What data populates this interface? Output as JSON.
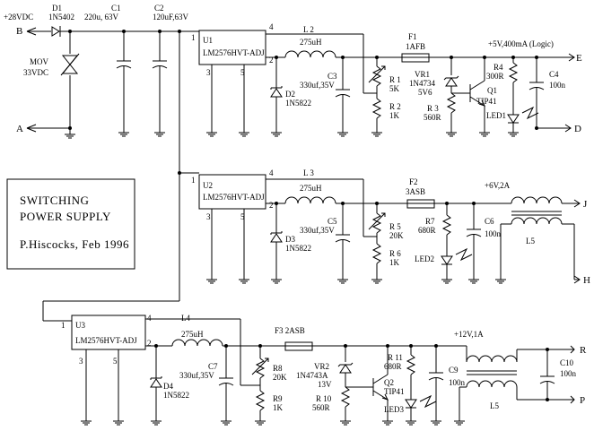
{
  "title_box": {
    "line1": "SWITCHING",
    "line2": "POWER SUPPLY",
    "author": "P.Hiscocks, Feb 1996"
  },
  "terminals": {
    "b": "B",
    "a": "A",
    "e": "E",
    "d": "D",
    "j": "J",
    "h": "H",
    "r": "R",
    "p": "P"
  },
  "input": {
    "voltage": "+28VDC",
    "d1_ref": "D1",
    "d1_val": "1N5402",
    "mov_ref": "MOV",
    "mov_val": "33VDC",
    "c1_ref": "C1",
    "c1_val": "220u, 63V",
    "c2_ref": "C2",
    "c2_val": "120uF,63V"
  },
  "stage1": {
    "u_ref": "U1",
    "u_part": "LM2576HVT-ADJ",
    "pin1": "1",
    "pin2": "2",
    "pin3": "3",
    "pin4": "4",
    "pin5": "5",
    "l_ref": "L 2",
    "l_val": "275uH",
    "d_ref": "D2",
    "d_val": "1N5822",
    "c_ref": "C3",
    "c_val": "330uf,35V",
    "r1_ref": "R 1",
    "r1_val": "5K",
    "r2_ref": "R 2",
    "r2_val": "1K",
    "f_ref": "F1",
    "f_val": "1AFB",
    "vr_ref": "VR1",
    "vr_part": "1N4734",
    "vr_val": "5V6",
    "r3_ref": "R 3",
    "r3_val": "560R",
    "r4_ref": "R4",
    "r4_val": "300R",
    "q_ref": "Q1",
    "q_val": "TIP41",
    "led_ref": "LED1",
    "c4_ref": "C4",
    "c4_val": "100n",
    "output": "+5V,400mA (Logic)"
  },
  "stage2": {
    "u_ref": "U2",
    "u_part": "LM2576HVT-ADJ",
    "pin1": "1",
    "pin2": "2",
    "pin3": "3",
    "pin4": "4",
    "pin5": "5",
    "l_ref": "L 3",
    "l_val": "275uH",
    "d_ref": "D3",
    "d_val": "1N5822",
    "c_ref": "C5",
    "c_val": "330uf,35V",
    "r5_ref": "R 5",
    "r5_val": "20K",
    "r6_ref": "R 6",
    "r6_val": "1K",
    "f_ref": "F2",
    "f_val": "3ASB",
    "r7_ref": "R7",
    "r7_val": "680R",
    "led_ref": "LED2",
    "c6_ref": "C6",
    "c6_val": "100n",
    "l5_ref": "L5",
    "output": "+6V,2A"
  },
  "stage3": {
    "u_ref": "U3",
    "u_part": "LM2576HVT-ADJ",
    "pin1": "1",
    "pin2": "2",
    "pin3": "3",
    "pin4": "4",
    "pin5": "5",
    "l_ref": "L4",
    "l_val": "275uH",
    "d_ref": "D4",
    "d_val": "1N5822",
    "c_ref": "C7",
    "c_val": "330uf,35V",
    "r8_ref": "R8",
    "r8_val": "20K",
    "r9_ref": "R9",
    "r9_val": "1K",
    "f_label": "F3  2ASB",
    "vr_ref": "VR2",
    "vr_part": "1N4743A",
    "vr_val": "13V",
    "r10_ref": "R 10",
    "r10_val": "560R",
    "r11_ref": "R 11",
    "r11_val": "680R",
    "q_ref": "Q2",
    "q_val": "TIP41",
    "led_ref": "LED3",
    "c9_ref": "C9",
    "c9_val": "100n",
    "c10_ref": "C10",
    "c10_val": "100n",
    "l5_ref": "L5",
    "output": "+12V,1A"
  }
}
